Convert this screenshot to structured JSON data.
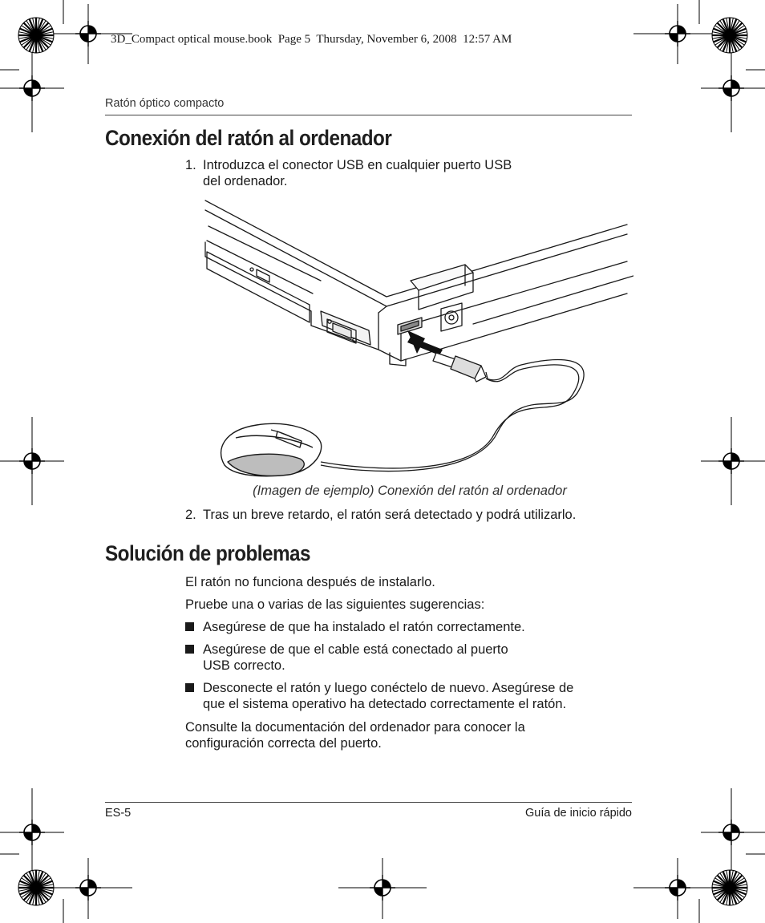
{
  "book_header": "3D_Compact optical mouse.book  Page 5  Thursday, November 6, 2008  12:57 AM",
  "running_head": "Ratón óptico compacto",
  "section1": {
    "title": "Conexión del ratón al ordenador",
    "step1_num": "1.",
    "step1_line1": "Introduzca el conector USB en cualquier puerto USB",
    "step1_line2": "del ordenador.",
    "caption": "(Imagen de ejemplo) Conexión del ratón al ordenador",
    "step2_num": "2.",
    "step2_text": "Tras un breve retardo, el ratón será detectado y podrá utilizarlo."
  },
  "section2": {
    "title": "Solución de problemas",
    "intro1": "El ratón no funciona después de instalarlo.",
    "intro2": "Pruebe una o varias de las siguientes sugerencias:",
    "bullet1": "Asegúrese de que ha instalado el ratón correctamente.",
    "bullet2_line1": "Asegúrese de que el cable está conectado al puerto",
    "bullet2_line2": "USB correcto.",
    "bullet3_line1": "Desconecte el ratón y luego conéctelo de nuevo. Asegúrese de",
    "bullet3_line2": "que el sistema operativo ha detectado correctamente el ratón.",
    "outro_line1": "Consulte la documentación del ordenador para conocer la",
    "outro_line2": "configuración correcta del puerto."
  },
  "footer": {
    "left": "ES-5",
    "right": "Guía de inicio rápido"
  }
}
